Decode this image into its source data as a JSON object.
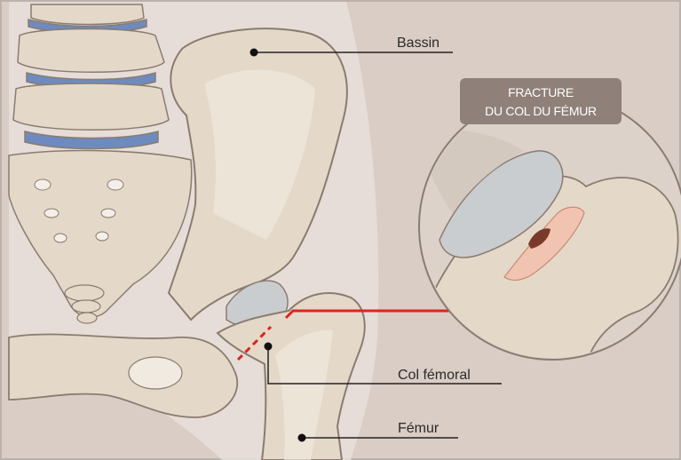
{
  "labels": {
    "bassin": "Bassin",
    "col_femoral": "Col fémoral",
    "femur": "Fémur"
  },
  "inset": {
    "title_line1": "FRACTURE",
    "title_line2": "DU COL DU FÉMUR"
  },
  "colors": {
    "background": "#d9cdc6",
    "bone": "#e4d9c8",
    "bone_outline": "#8a7c6e",
    "cartilage": "#c9cdd0",
    "disc": "#6d8bbf",
    "fracture_line": "#e0241b",
    "arrow": "#e0241b",
    "inset_badge": "#8f8079",
    "fracture_fill": "#f0c4b0"
  }
}
